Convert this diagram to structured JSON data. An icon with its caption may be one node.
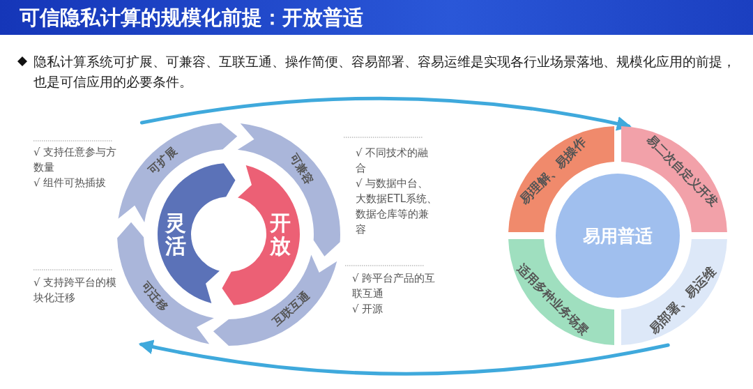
{
  "diagram": {
    "title": "可信隐私计算的规模化前提：开放普适",
    "nodes": [
      {
        "text": [
          "可扩展"
        ]
      },
      {
        "text": [
          "可兼容"
        ]
      },
      {
        "text": [
          "互联互通"
        ]
      },
      {
        "text": [
          "可迁移"
        ]
      },
      {
        "text": [
          "灵活"
        ]
      },
      {
        "text": [
          "开放"
        ]
      },
      {
        "text": [
          "易用普适"
        ]
      },
      {
        "text": [
          "易理解、易操作"
        ]
      },
      {
        "text": [
          "易二次自定义开发"
        ]
      },
      {
        "text": [
          "易部署、易运维"
        ]
      },
      {
        "text": [
          "适用多种业务场景"
        ]
      }
    ],
    "edges": [
      {
        "from": 0,
        "to": 8,
        "arrow": "to"
      },
      {
        "from": 9,
        "to": 3,
        "arrow": "to"
      }
    ],
    "labels": [
      "隐私计算系统可扩展、可兼容、互联互通、操作简便、容易部署、容易运维是实现各行业场景落地、规模化应用的前提，也是可信应用的必要条件。",
      "√  支持任意参与方数量",
      "√ 组件可热插拔",
      "√  不同技术的融合",
      "√ 与数据中台、大数据ETL系统、数据仓库等的兼容",
      "√ 支持跨平台的模块化迁移",
      "√ 跨平台产品的互联互通",
      "√ 开源"
    ]
  }
}
